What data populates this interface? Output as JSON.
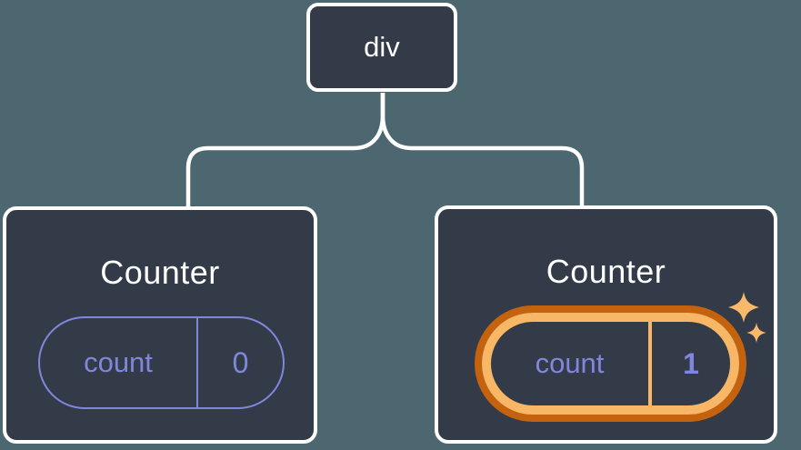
{
  "diagram": {
    "root": {
      "label": "div"
    },
    "children": [
      {
        "title": "Counter",
        "state": {
          "key": "count",
          "value": "0"
        },
        "highlighted": false
      },
      {
        "title": "Counter",
        "state": {
          "key": "count",
          "value": "1"
        },
        "highlighted": true
      }
    ]
  },
  "colors": {
    "background": "#4c6770",
    "node_fill": "#333b48",
    "node_border": "#ffffff",
    "text_primary": "#ffffff",
    "state_accent": "#8186dd",
    "highlight_outer": "#c4620e",
    "highlight_inner": "#f8b766",
    "sparkle": "#f8ba69"
  }
}
